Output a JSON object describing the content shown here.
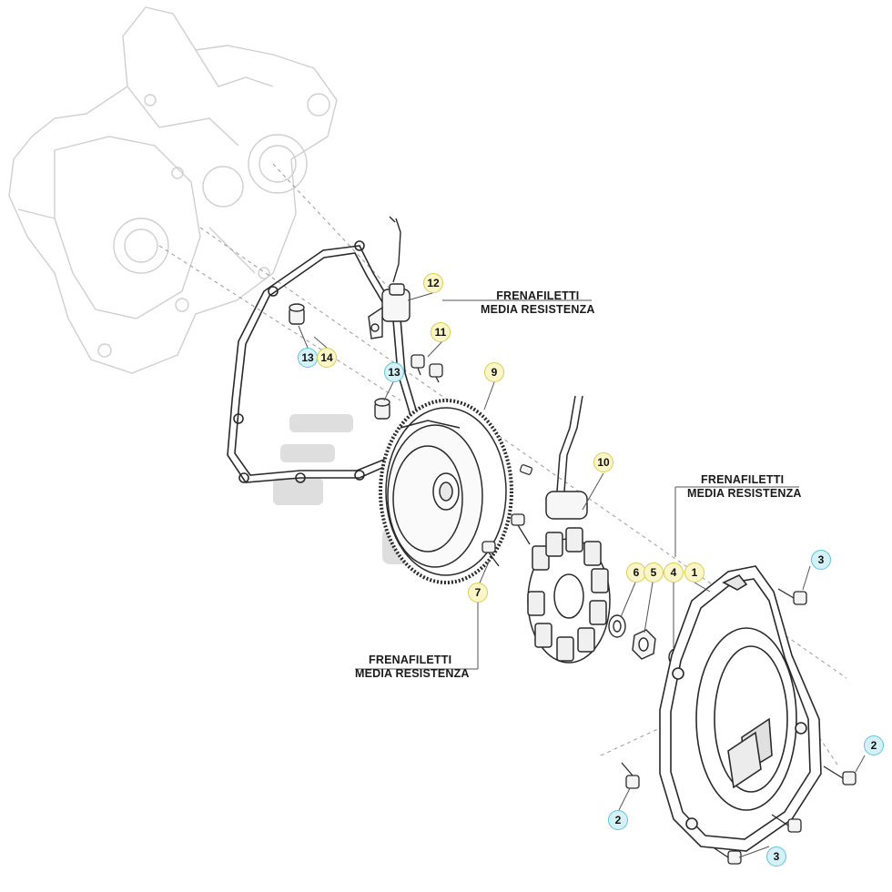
{
  "notes": {
    "top_line1": "FRENAFILETTI",
    "top_line2": "MEDIA RESISTENZA",
    "right_line1": "FRENAFILETTI",
    "right_line2": "MEDIA RESISTENZA",
    "bottom_line1": "FRENAFILETTI",
    "bottom_line2": "MEDIA RESISTENZA"
  },
  "callouts": {
    "c12": "12",
    "c11": "11",
    "c13a": "13",
    "c14": "14",
    "c13b": "13",
    "c9": "9",
    "c10": "10",
    "c7": "7",
    "c6": "6",
    "c5": "5",
    "c4": "4",
    "c1": "1",
    "c3a": "3",
    "c2a": "2",
    "c2b": "2",
    "c3b": "3"
  },
  "colors": {
    "callout_yellow_fill": "#fbf6c8",
    "callout_yellow_border": "#d8cd55",
    "callout_cyan_fill": "#d4f1f7",
    "callout_cyan_border": "#63c3d6",
    "line_art": "#2a2a2a",
    "faded_art": "#c9c9c9"
  }
}
